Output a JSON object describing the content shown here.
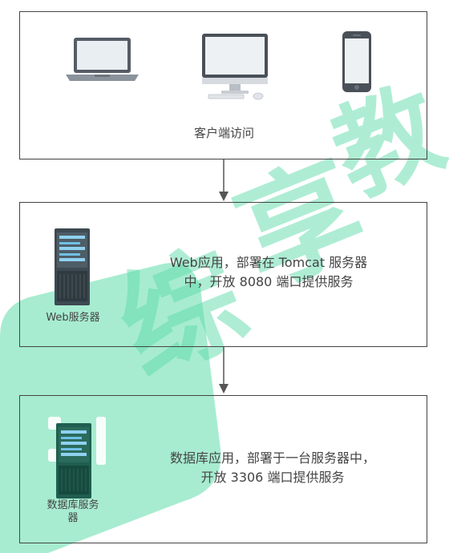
{
  "client": {
    "caption": "客户端访问"
  },
  "web": {
    "line1": "Web应用，部署在 Tomcat 服务器",
    "line2": "中，开放 8080 端口提供服务",
    "server_label": "Web服务器"
  },
  "db": {
    "line1": "数据库应用，部署于一台服务器中，",
    "line2": "开放 3306 端口提供服务",
    "server_label_1": "数据库服务",
    "server_label_2": "器"
  },
  "colors": {
    "watermark": "#2ecc8a",
    "border": "#444444",
    "server_teal": "#1f6b5a"
  }
}
